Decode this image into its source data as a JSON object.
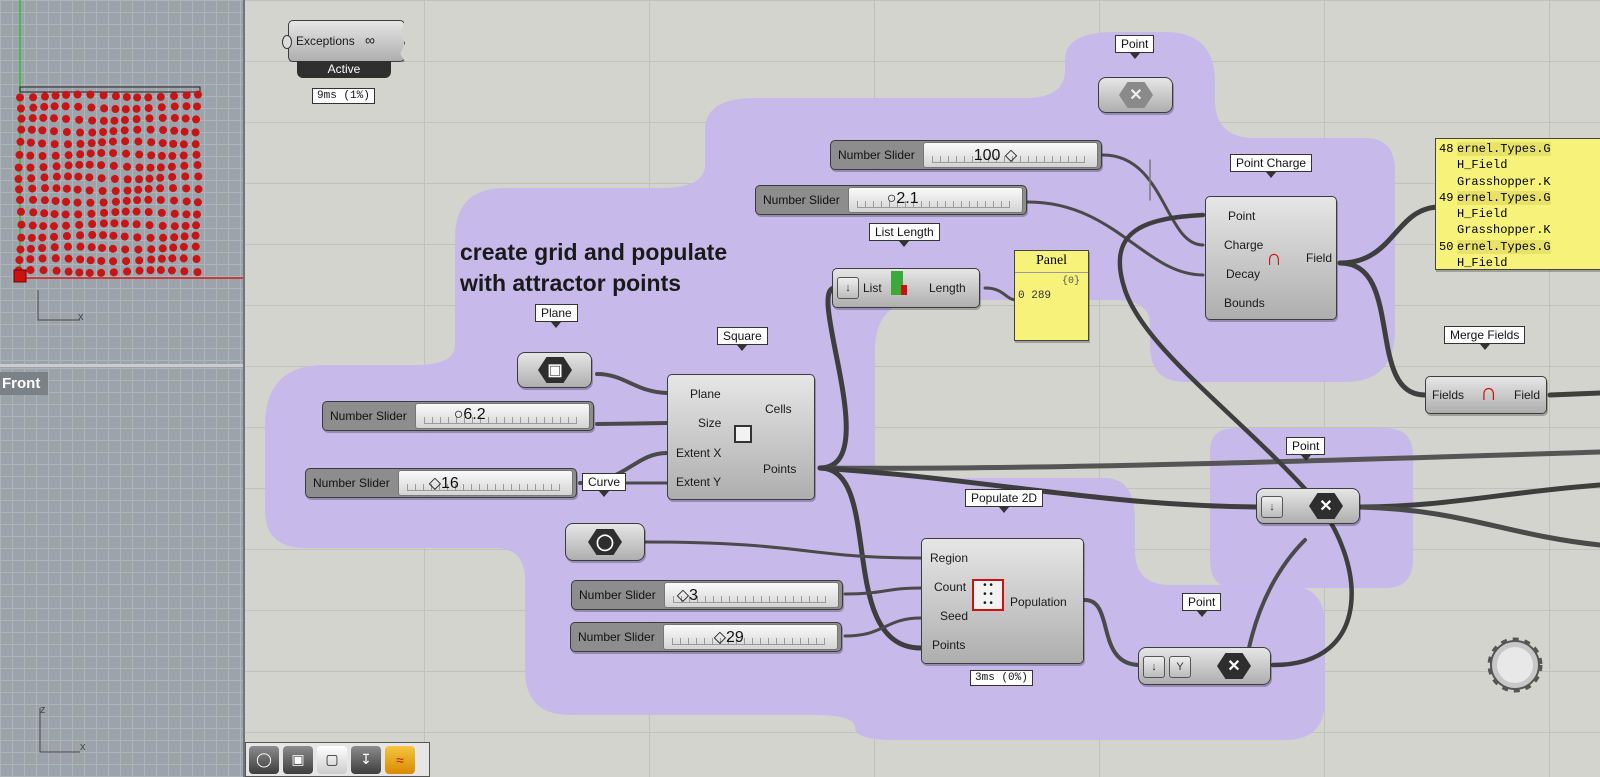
{
  "viewports": {
    "top": {
      "axis_x": "x"
    },
    "front": {
      "label": "Front",
      "axis_x": "x",
      "axis_z": "z"
    }
  },
  "canvas": {
    "group_note_line1": "create grid and populate",
    "group_note_line2": "with attractor points",
    "exceptions": {
      "label": "Exceptions",
      "status": "Active",
      "time": "9ms (1%)"
    },
    "tags": {
      "point_top": "Point",
      "point_charge": "Point Charge",
      "list_length": "List Length",
      "plane": "Plane",
      "square": "Square",
      "curve": "Curve",
      "populate_2d": "Populate 2D",
      "merge_fields": "Merge Fields",
      "point_mid": "Point",
      "point_bottom": "Point"
    },
    "sliders": {
      "s100": {
        "label": "Number Slider",
        "value": "100"
      },
      "s21": {
        "label": "Number Slider",
        "value": "2.1"
      },
      "s62": {
        "label": "Number Slider",
        "value": "6.2"
      },
      "s16": {
        "label": "Number Slider",
        "value": "16"
      },
      "s3": {
        "label": "Number Slider",
        "value": "3"
      },
      "s29": {
        "label": "Number Slider",
        "value": "29"
      }
    },
    "list_length": {
      "in": "List",
      "out": "Length"
    },
    "panel_small": {
      "title": "Panel",
      "path": "{0}",
      "index": "0",
      "value": "289"
    },
    "point_charge": {
      "in1": "Point",
      "in2": "Charge",
      "in3": "Decay",
      "in4": "Bounds",
      "out": "Field"
    },
    "merge_fields": {
      "in": "Fields",
      "out": "Field"
    },
    "square": {
      "in1": "Plane",
      "in2": "Size",
      "in3": "Extent X",
      "in4": "Extent Y",
      "out1": "Cells",
      "out2": "Points"
    },
    "populate": {
      "in1": "Region",
      "in2": "Count",
      "in3": "Seed",
      "in4": "Points",
      "out": "Population",
      "time": "3ms (0%)"
    },
    "panel_list": {
      "rows": [
        {
          "idx": "48",
          "text": "ernel.Types.G"
        },
        {
          "idx": "",
          "text": "H_Field"
        },
        {
          "idx": "",
          "text": "Grasshopper.K"
        },
        {
          "idx": "49",
          "text": "ernel.Types.G"
        },
        {
          "idx": "",
          "text": "H_Field"
        },
        {
          "idx": "",
          "text": "Grasshopper.K"
        },
        {
          "idx": "50",
          "text": "ernel.Types.G"
        },
        {
          "idx": "",
          "text": "H_Field"
        }
      ]
    }
  },
  "colors": {
    "group_fill": "#c6b8ec",
    "panel_yellow": "#f6f27a",
    "canvas": "#d4d4cf",
    "accent_red": "#cc1111"
  }
}
